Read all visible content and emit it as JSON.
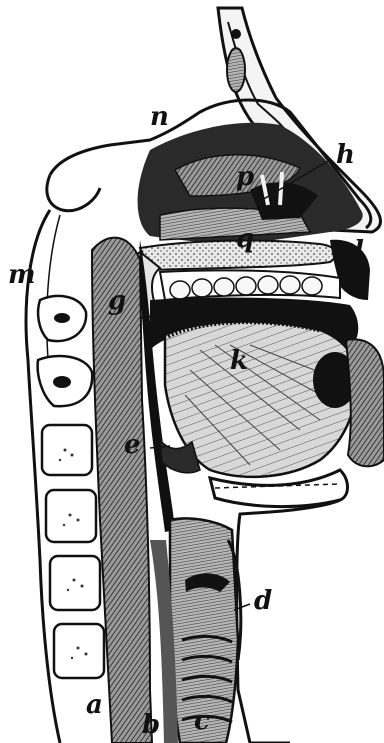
{
  "labels": {
    "n": "n",
    "p": "p",
    "h": "h",
    "q": "q",
    "m": "m",
    "g": "g",
    "l": "l",
    "k": "k",
    "e": "e",
    "d": "d",
    "a": "a",
    "b": "b",
    "c": "c"
  },
  "colors": {
    "ink": "#111111",
    "paper": "#ffffff",
    "mid_gray": "#8a8a8a",
    "light_gray": "#cfcfcf"
  }
}
